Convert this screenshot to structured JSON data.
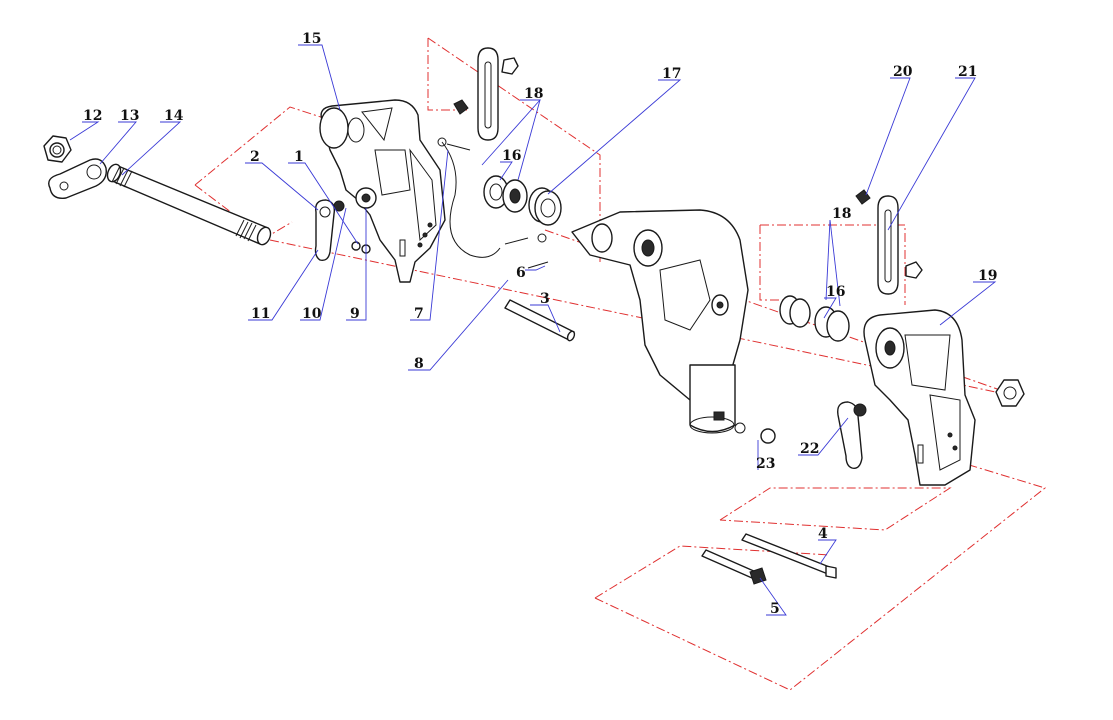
{
  "colors": {
    "part_outline": "#1a1a1a",
    "centerline": "#e03030",
    "leader": "#3a3ad6"
  },
  "callouts": {
    "c1": "1",
    "c2": "2",
    "c3": "3",
    "c4": "4",
    "c5": "5",
    "c6": "6",
    "c7": "7",
    "c8": "8",
    "c9": "9",
    "c10": "10",
    "c11": "11",
    "c12": "12",
    "c13": "13",
    "c14": "14",
    "c15": "15",
    "c16a": "16",
    "c16b": "16",
    "c17": "17",
    "c18a": "18",
    "c18b": "18",
    "c19": "19",
    "c20": "20",
    "c21": "21",
    "c22": "22",
    "c23": "23"
  }
}
